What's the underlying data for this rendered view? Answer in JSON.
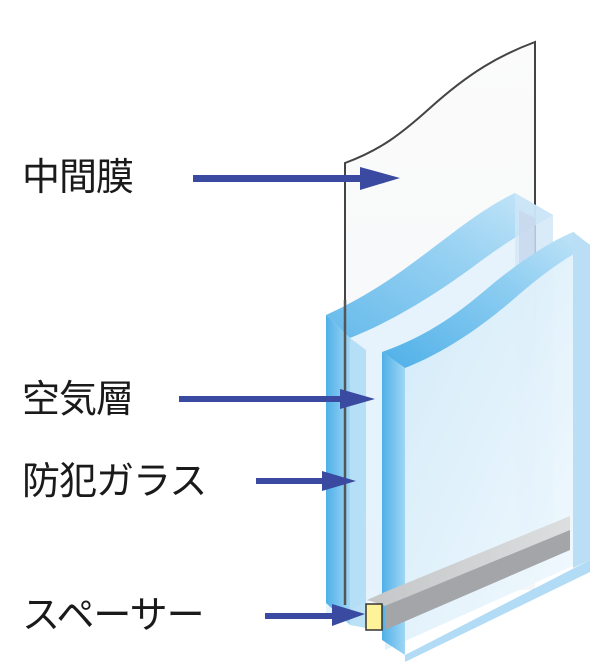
{
  "diagram": {
    "type": "laminated-insulated-glass-cross-section",
    "labels": [
      {
        "id": "interlayer",
        "text": "中間膜"
      },
      {
        "id": "air-layer",
        "text": "空気層"
      },
      {
        "id": "security-glass",
        "text": "防犯ガラス"
      },
      {
        "id": "spacer",
        "text": "スペーサー"
      }
    ],
    "colors": {
      "arrow": "#3a4aa0",
      "glass_edge": "#5ab8ea",
      "glass_face": "#d8eefa",
      "interlayer_line": "#555555",
      "spacer_yellow": "#fff39a",
      "spacer_gray": "#a9abae"
    }
  }
}
